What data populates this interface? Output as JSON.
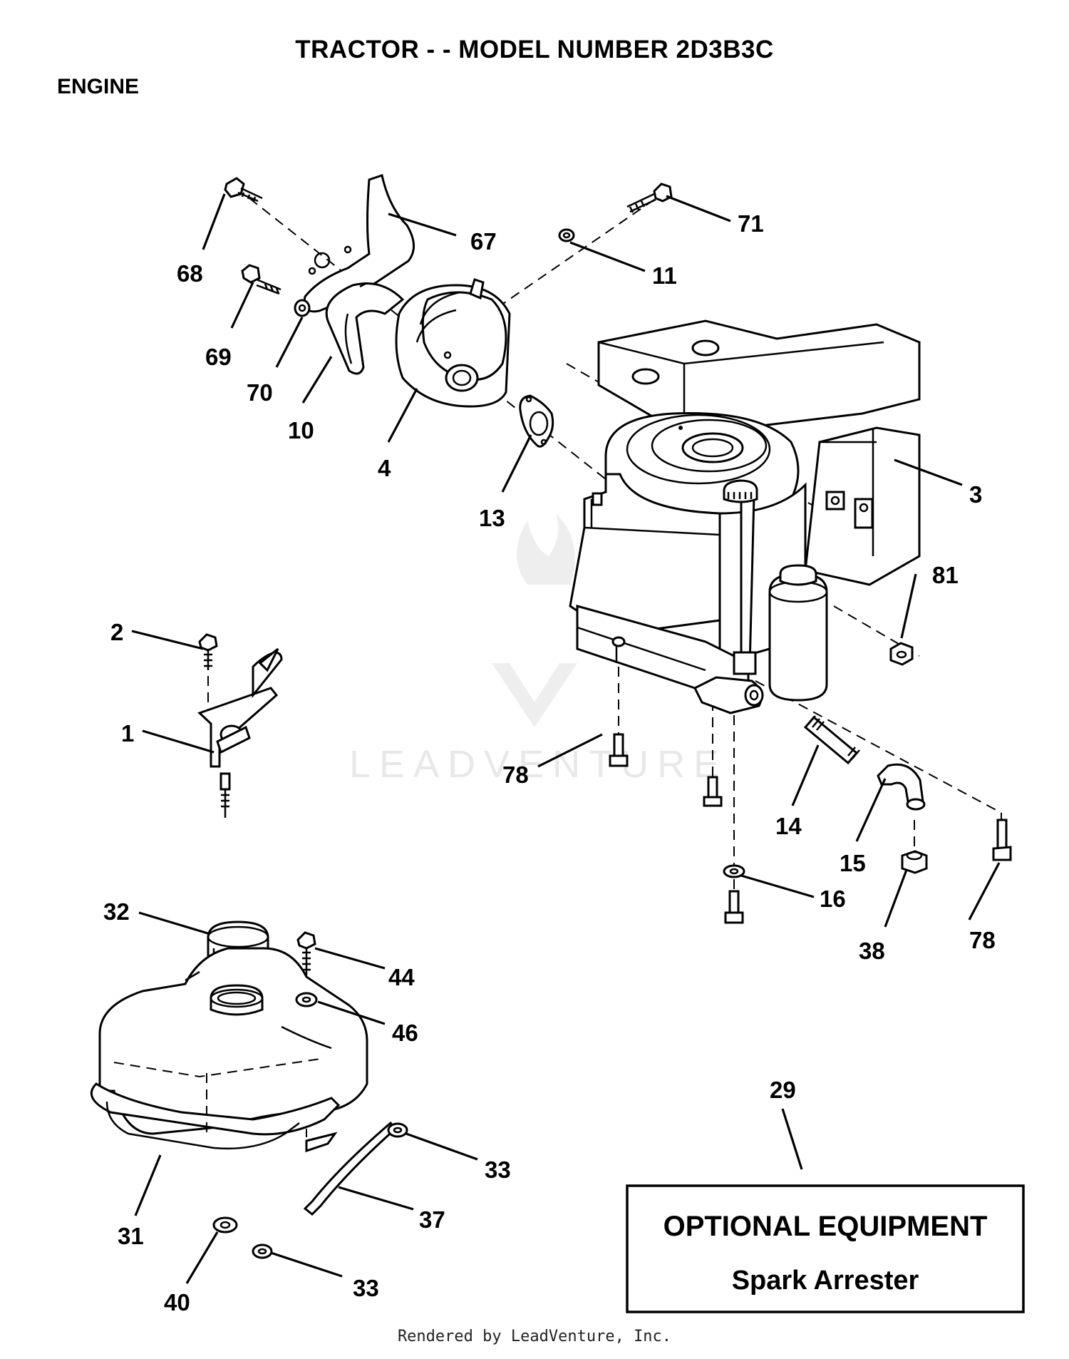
{
  "header": {
    "title": "TRACTOR - - MODEL NUMBER 2D3B3C",
    "section": "ENGINE"
  },
  "callouts": [
    "68",
    "67",
    "71",
    "11",
    "69",
    "70",
    "10",
    "4",
    "13",
    "3",
    "81",
    "2",
    "1",
    "78",
    "14",
    "15",
    "16",
    "78",
    "38",
    "32",
    "44",
    "46",
    "31",
    "37",
    "33",
    "33",
    "40",
    "29"
  ],
  "optional_box": {
    "heading": "OPTIONAL EQUIPMENT",
    "item": "Spark Arrester"
  },
  "watermark": "LEADVENTURE",
  "footer": "Rendered by LeadVenture, Inc."
}
